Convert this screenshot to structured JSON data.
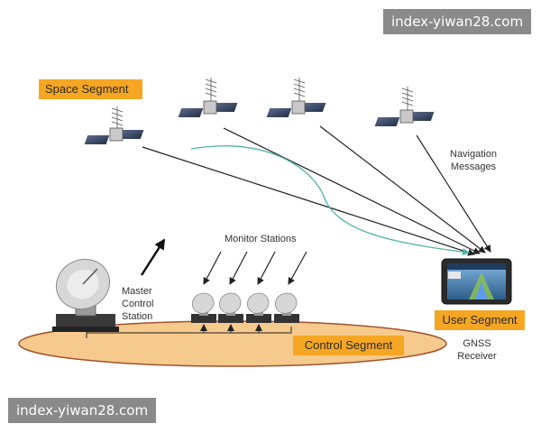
{
  "diagram": {
    "labels": {
      "space_segment": "Space Segment",
      "user_segment": "User Segment",
      "control_segment": "Control Segment",
      "navigation_messages_line1": "Navigation",
      "navigation_messages_line2": "Messages",
      "monitor_stations": "Monitor Stations",
      "master_control_line1": "Master",
      "master_control_line2": "Control",
      "master_control_line3": "Station",
      "gnss_receiver_line1": "GNSS",
      "gnss_receiver_line2": "Receiver"
    },
    "colors": {
      "segment_label_bg": "#f5a623",
      "ground_ellipse": "#f6c98c",
      "ground_outline": "#a0522d",
      "signal_arrow": "#222222",
      "signal_curve": "#4fb3a9",
      "satellite_panel": "#3c4a66"
    }
  },
  "watermarks": {
    "top": "index-yiwan28.com",
    "bottom": "index-yiwan28.com"
  }
}
